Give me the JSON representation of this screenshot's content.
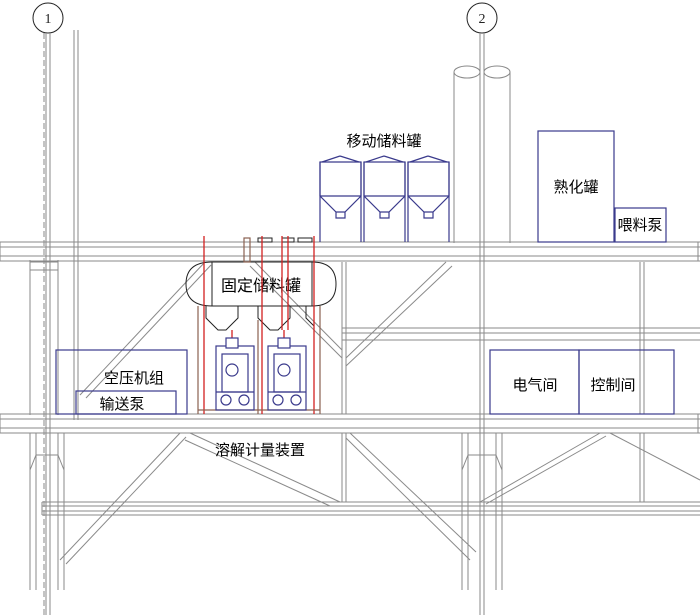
{
  "axes": [
    {
      "id": "1",
      "label": "1"
    },
    {
      "id": "2",
      "label": "2"
    }
  ],
  "labels": {
    "mobile_silo": "移动储料罐",
    "maturation_tank": "熟化罐",
    "feed_pump": "喂料泵",
    "fixed_silo": "固定储料罐",
    "air_compressor": "空压机组",
    "conveying_pump": "输送泵",
    "electrical_room": "电气间",
    "control_room": "控制间",
    "dissolving_unit": "溶解计量装置"
  },
  "colors": {
    "structure": "#8a8a8a",
    "equipment": "#3a3a8c",
    "piping": "#d22020",
    "frame": "#8a6050"
  }
}
